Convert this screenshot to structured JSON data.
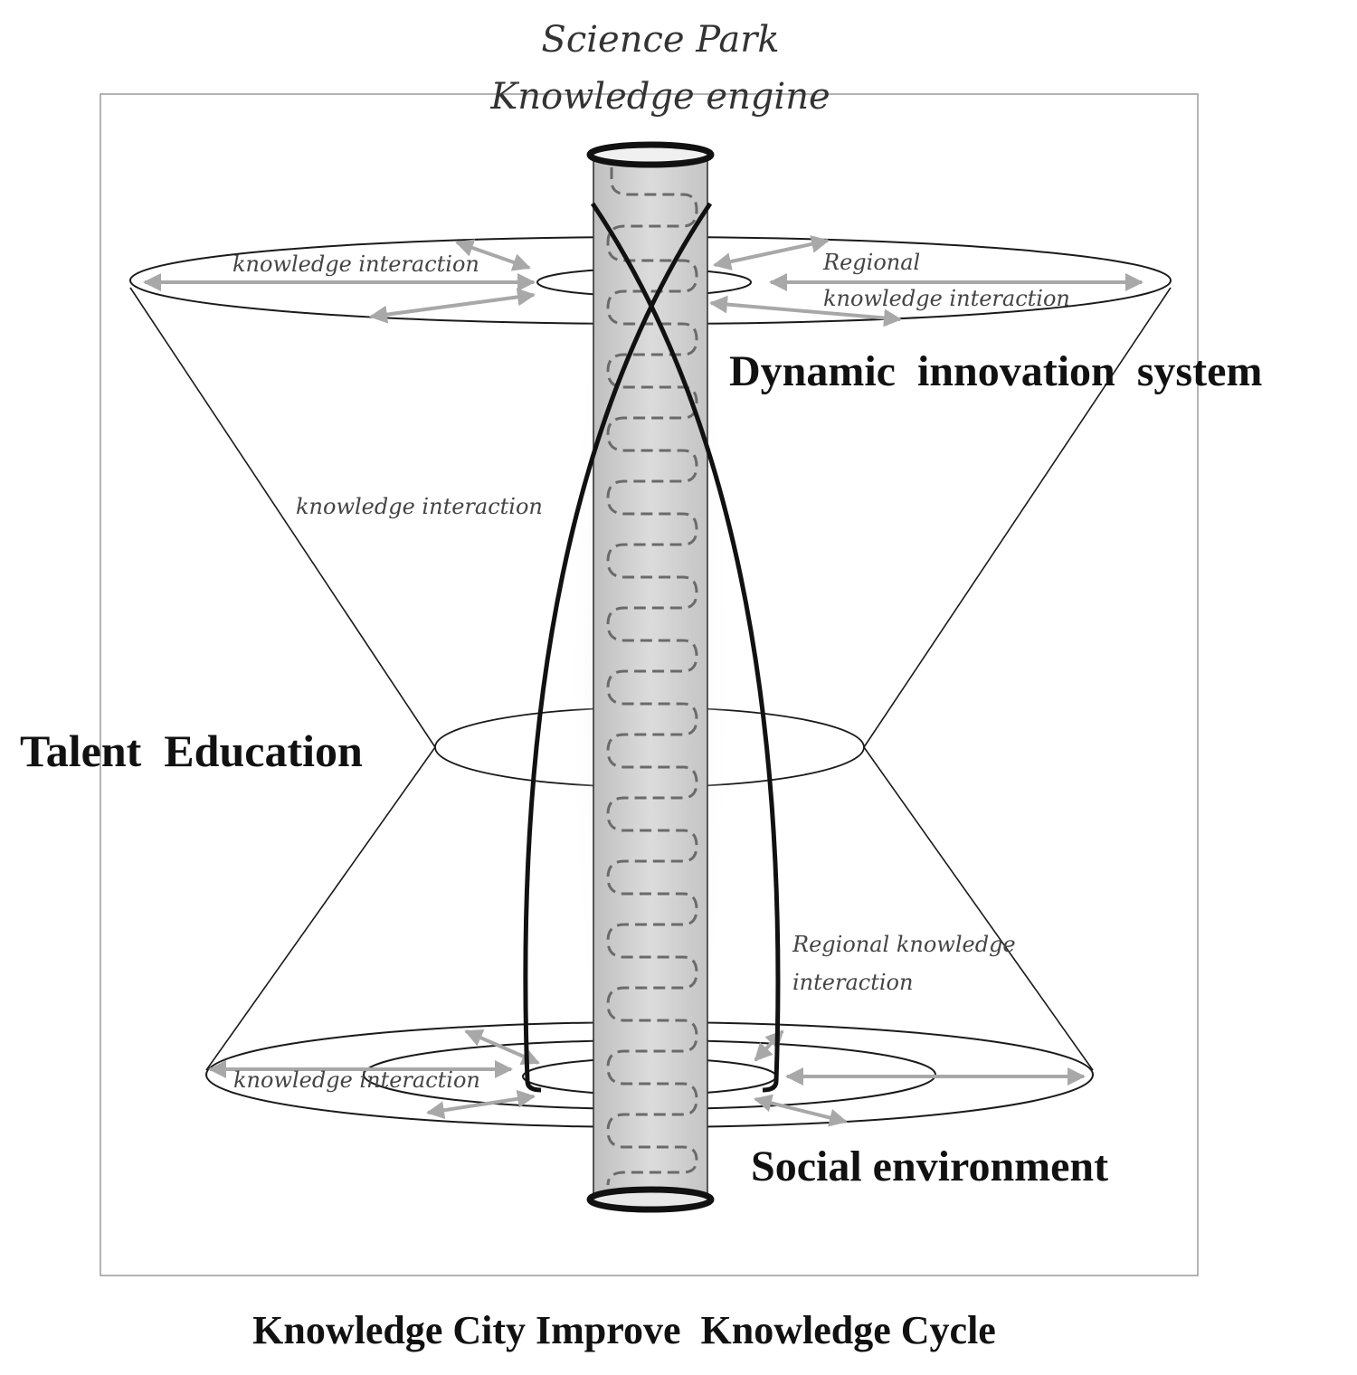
{
  "header": {
    "line1": "Science Park",
    "line2": "Knowledge engine"
  },
  "labels": {
    "top_left_interaction": "knowledge interaction",
    "top_right_line1": "Regional",
    "top_right_line2": "knowledge interaction",
    "dynamic_system": "Dynamic  innovation  system",
    "mid_left_interaction": "knowledge interaction",
    "talent_education": "Talent  Education",
    "bottom_right_line1": "Regional knowledge",
    "bottom_right_line2": "interaction",
    "bottom_left_interaction": "knowledge interaction",
    "social_environment": "Social environment"
  },
  "caption": "Knowledge City Improve  Knowledge Cycle",
  "colors": {
    "line": "#1a1a1a",
    "arrow": "#a8a8a8",
    "tube_fill": "#d4d4d4",
    "dash": "#6a6a6a",
    "frame": "#9a9a9a"
  }
}
